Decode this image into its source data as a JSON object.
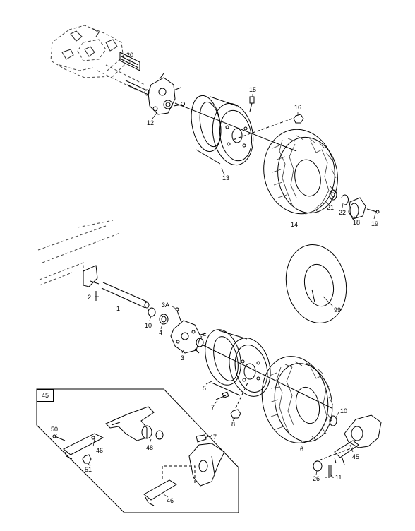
{
  "callouts": {
    "c20": "20",
    "c15": "15",
    "c16": "16",
    "c12": "12",
    "c13": "13",
    "c14": "14",
    "c21": "21",
    "c22": "22",
    "c18": "18",
    "c19": "19",
    "c2": "2",
    "c1": "1",
    "c3A": "3A",
    "c10a": "10",
    "c4a": "4",
    "c4b": "4",
    "c3": "3",
    "c5": "5",
    "c7": "7",
    "c8": "8",
    "c99": "99",
    "c6": "6",
    "c10b": "10",
    "c45": "45",
    "c26": "26",
    "c11": "11",
    "inset": "45",
    "c50": "50",
    "c46a": "46",
    "c51": "51",
    "c48": "48",
    "c47": "47",
    "c46b": "46"
  }
}
